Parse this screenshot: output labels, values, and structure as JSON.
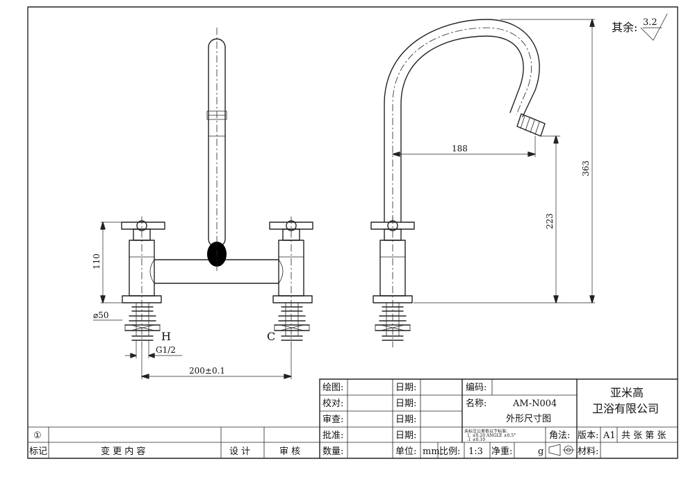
{
  "roughness": {
    "label": "其余:",
    "value": "3.2"
  },
  "dimensions": {
    "height_front": "110",
    "diameter": "⌀50",
    "thread": "G1/2",
    "spacing": "200±0.1",
    "reach": "188",
    "spout_height": "223",
    "total_height": "363"
  },
  "markers": {
    "hot": "H",
    "cold": "C"
  },
  "title_block": {
    "drawn": "绘图:",
    "checked": "校对:",
    "reviewed": "审查:",
    "approved": "批准:",
    "date": "日期:",
    "code_label": "编码:",
    "name_label": "名称:",
    "model": "AM-N004",
    "drawing_title": "外形尺寸图",
    "tolerance_note": "未标注公差依以下标准:",
    "tol_line1": "1.        ±0.20   ANGLE   ±0.5°",
    "tol_line2": ".1        ±0.10",
    "angle_label": "角法:",
    "version_label": "版本:",
    "version_value": "A1",
    "sheets": "共   张  第   张",
    "material_label": "材料:",
    "company_line1": "亚米高",
    "company_line2": "卫浴有限公司",
    "unit_label": "单位:",
    "unit_value": "mm",
    "scale_label": "比例:",
    "scale_value": "1:3",
    "weight_label": "净重:",
    "weight_unit": "g",
    "quantity_label": "数量:",
    "revision_mark": "①",
    "mark_label": "标记",
    "change_content": "变  更  内  容",
    "design_label": "设  计",
    "review_label": "审  核"
  }
}
